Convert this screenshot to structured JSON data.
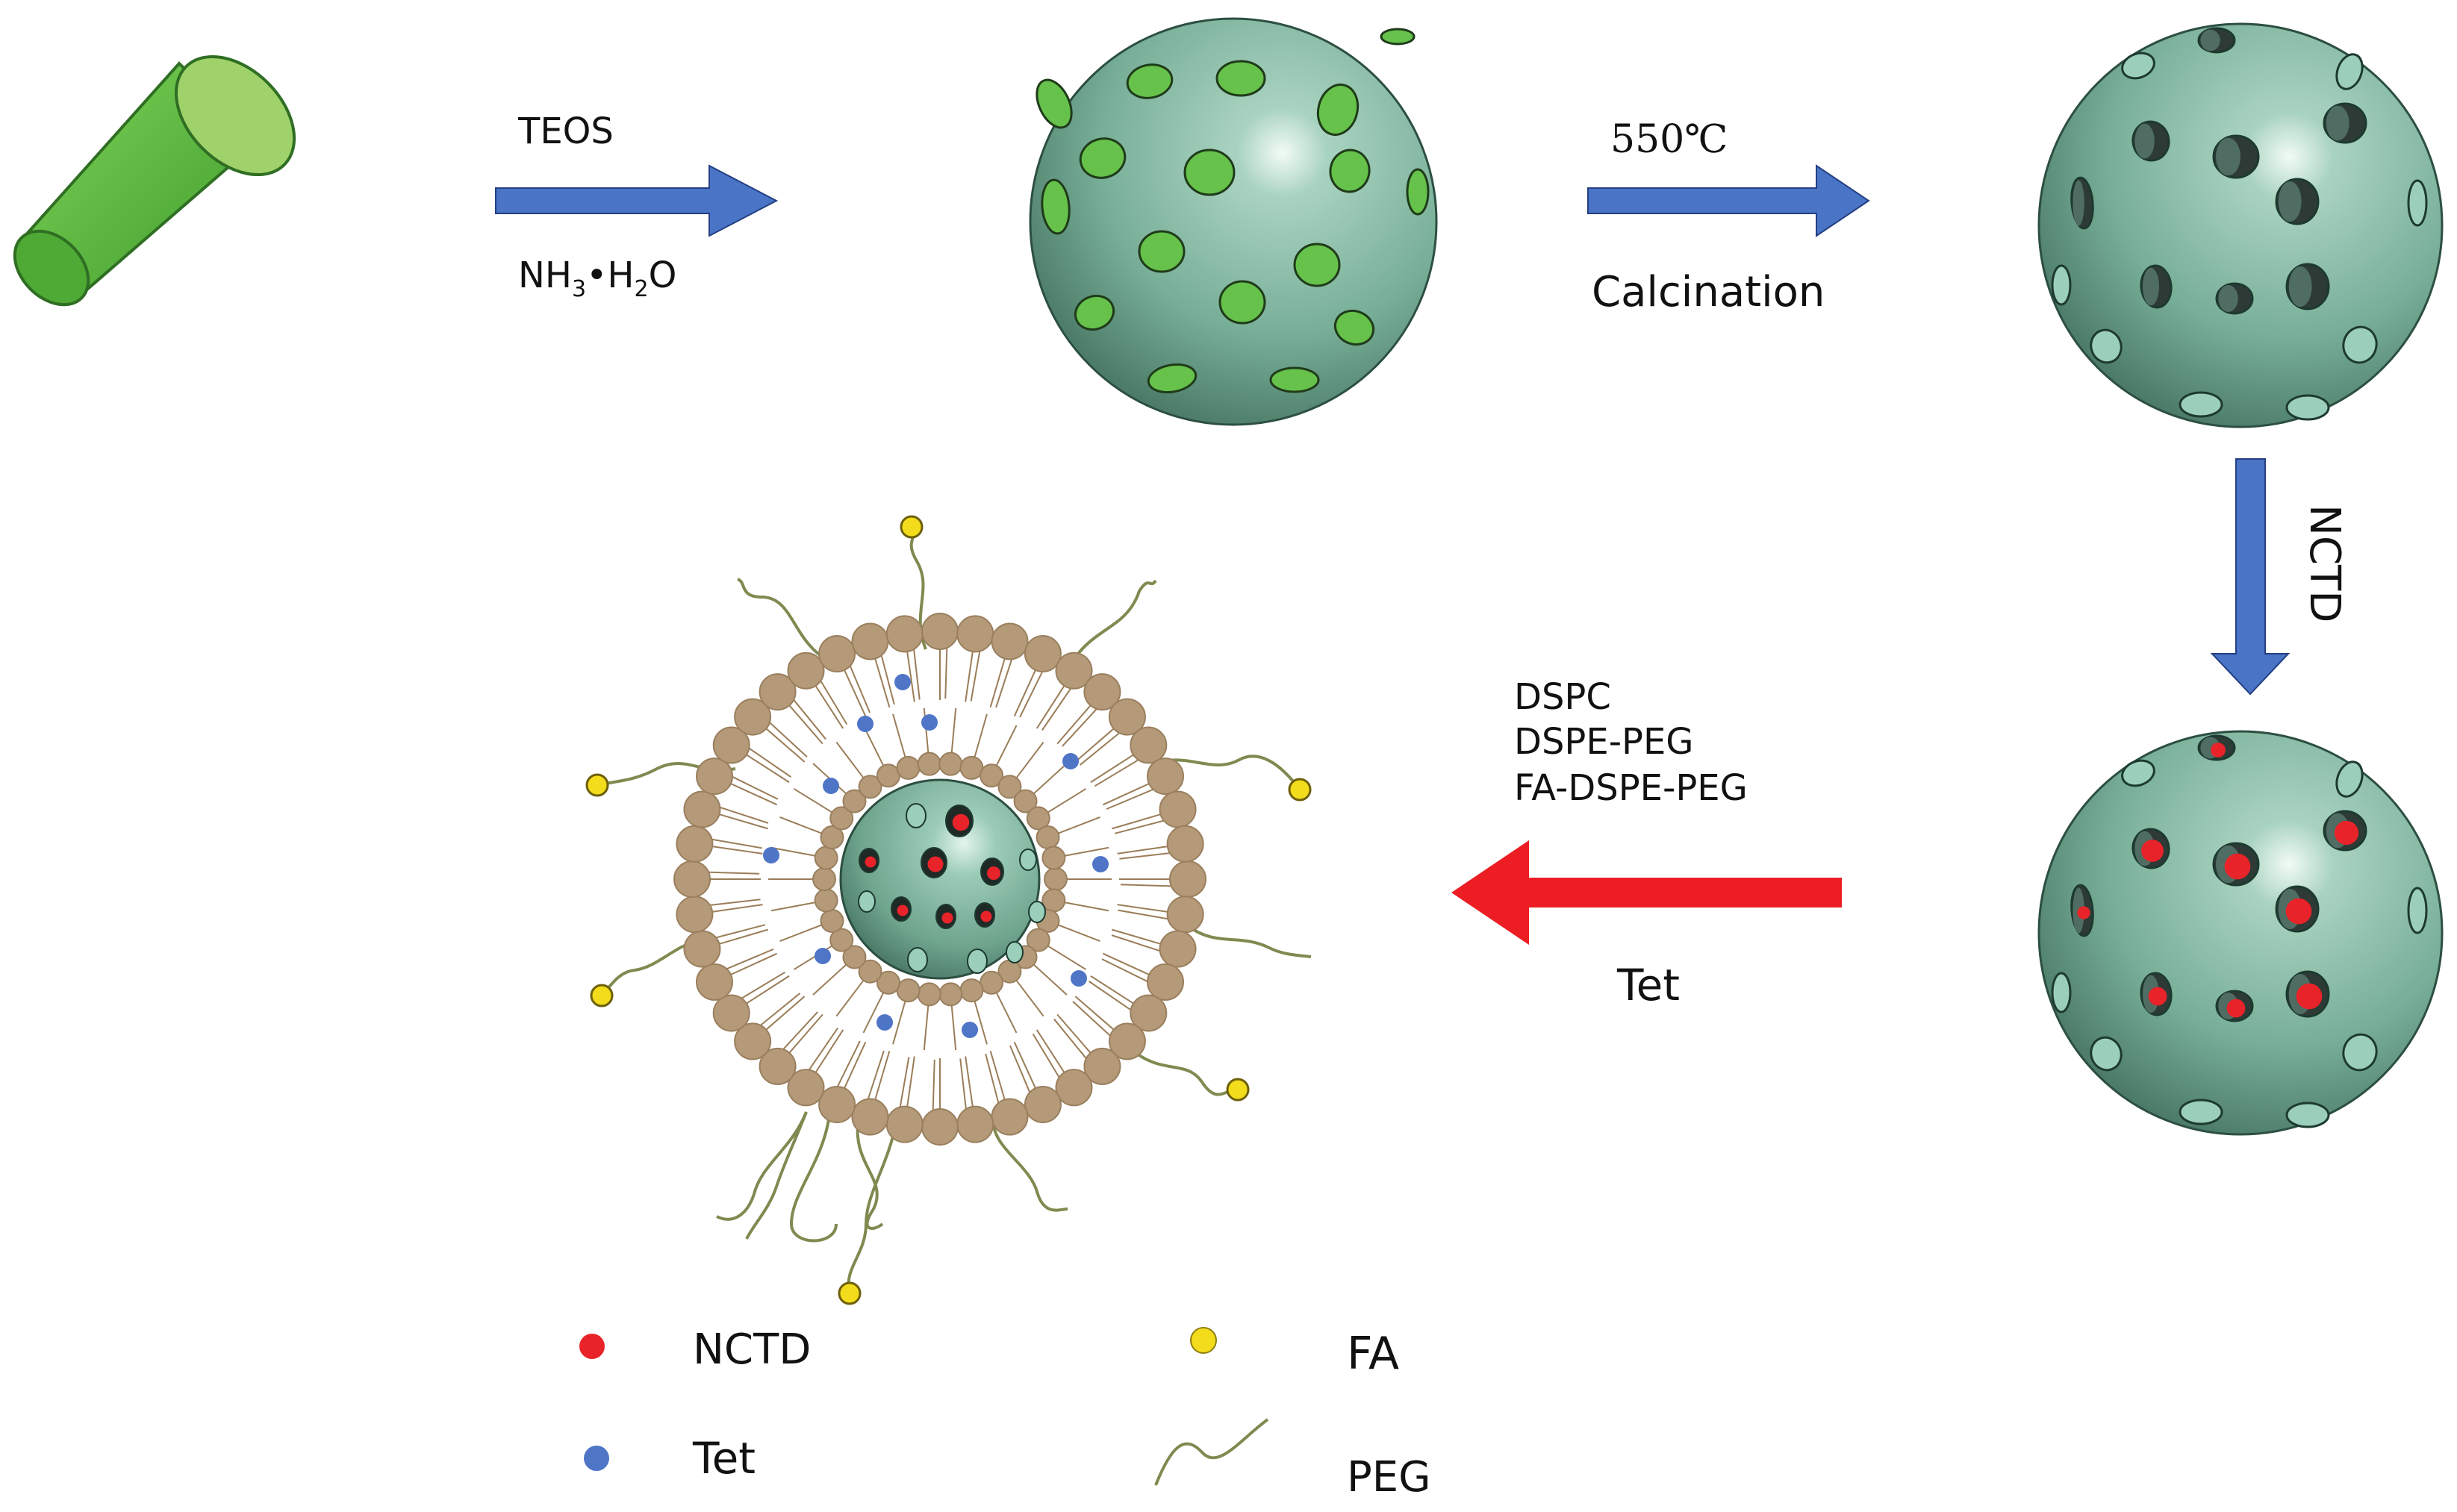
{
  "steps": {
    "step1": {
      "reagent_top": "TEOS",
      "reagent_bottom_parts": [
        "NH",
        "3",
        "•H",
        "2",
        "O"
      ]
    },
    "step2": {
      "temperature": "550℃",
      "process": "Calcination"
    },
    "step3": {
      "reagent": "NCTD"
    },
    "step4": {
      "lipids": [
        "DSPC",
        "DSPE-PEG",
        "FA-DSPE-PEG"
      ],
      "drug": "Tet"
    }
  },
  "legend": {
    "nctd": "NCTD",
    "tet": "Tet",
    "fa": "FA",
    "peg": "PEG"
  },
  "colors": {
    "arrow_blue": "#4a74c6",
    "arrow_red": "#ec1e24",
    "template_green": "#5cbf3e",
    "sphere_teal": "#7fb7a0",
    "pore_dark": "#2b2b2b",
    "nctd_red": "#e8232a",
    "tet_blue": "#4f75c7",
    "fa_yellow": "#f2dc1b",
    "lipid_head": "#b49a78",
    "peg_olive": "#7f8a50"
  }
}
